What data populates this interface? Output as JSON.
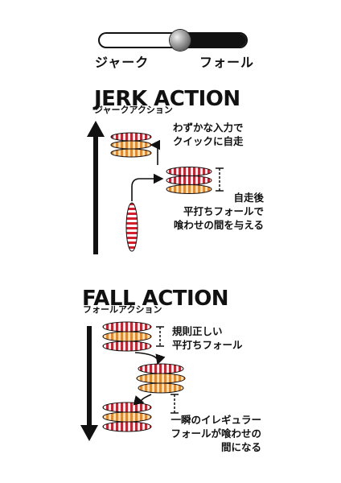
{
  "slider": {
    "left_label": "ジャーク",
    "right_label": "フォール",
    "position": 0.55
  },
  "jerk": {
    "title": "JERK ACTION",
    "subtitle": "ジャークアクション",
    "note_top": [
      "わずかな入力で",
      "クイックに自走"
    ],
    "note_bottom": [
      "自走後",
      "平打ちフォールで",
      "喰わせの間を与える"
    ]
  },
  "fall": {
    "title": "FALL ACTION",
    "subtitle": "フォールアクション",
    "note_top": [
      "規則正しい",
      "平打ちフォール"
    ],
    "note_bottom": [
      "一瞬のイレギュラー",
      "フォールが喰わせの",
      "間になる"
    ]
  },
  "colors": {
    "ink": "#111111",
    "jig_red": "#d4202c",
    "jig_orange": "#e8862a",
    "jig_white": "#ffffff"
  }
}
